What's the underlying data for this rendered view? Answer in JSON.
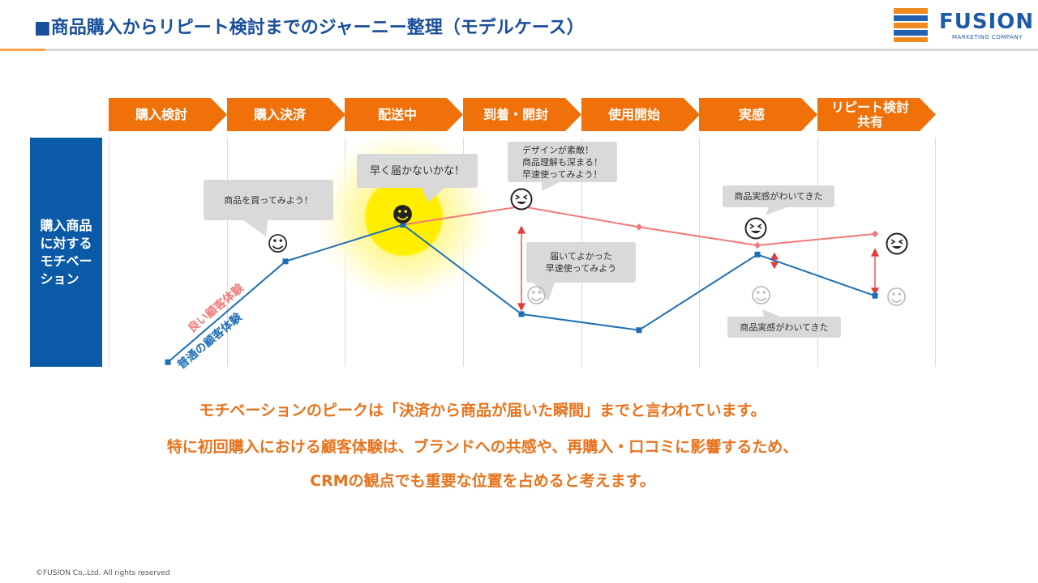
{
  "header": {
    "title": "■商品購入からリピート検討までのジャーニー整理（モデルケース）",
    "logo_name": "FUSION",
    "logo_sub": "MARKETING COMPANY"
  },
  "stages": [
    "購入検討",
    "購入決済",
    "配送中",
    "到着・開封",
    "使用開始",
    "実感",
    "リピート検討\n共有"
  ],
  "side_label": "購入商品に対するモチベーション",
  "bubbles": {
    "b1": "商品を買ってみよう！",
    "b2": "早く届かないかな！",
    "b3": "デザインが素敵！\n商品理解も深まる！\n早速使ってみよう！",
    "b4": "届いてよかった\n早速使ってみよう",
    "b5": "商品実感がわいてきた",
    "b6": "商品実感がわいてきた"
  },
  "chart_data": {
    "type": "line",
    "categories": [
      "購入検討",
      "購入決済",
      "配送中",
      "到着・開封",
      "使用開始",
      "実感",
      "リピート検討 共有"
    ],
    "series": [
      {
        "name": "良い顧客体験",
        "color": "#f07a7a",
        "values": [
          null,
          null,
          0.62,
          0.7,
          0.61,
          0.53,
          0.58
        ]
      },
      {
        "name": "普通の顧客体験",
        "color": "#1f6fb5",
        "values": [
          0.02,
          0.46,
          0.62,
          0.23,
          0.16,
          0.49,
          0.31
        ]
      }
    ],
    "ylim": [
      0,
      1
    ],
    "grid": "vertical"
  },
  "colors": {
    "orange": "#f0700a",
    "blue": "#0b5aa8",
    "accent_red": "#e33a3a"
  },
  "body_text": {
    "line1": "モチベーションのピークは「決済から商品が届いた瞬間」までと言われています。",
    "line2": "特に初回購入における顧客体験は、ブランドへの共感や、再購入・口コミに影響するため、",
    "line3": "CRMの観点でも重要な位置を占めると考えます。"
  },
  "footer": "©FUSION Co,.Ltd. All rights reserved"
}
